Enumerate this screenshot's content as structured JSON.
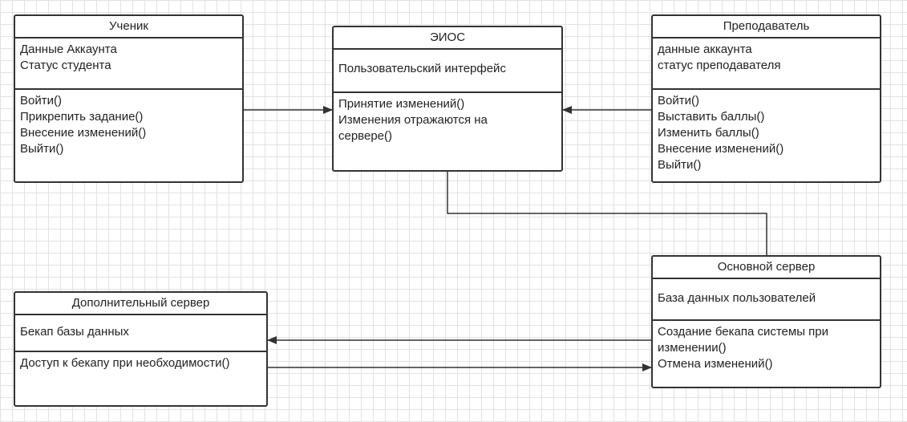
{
  "classes": {
    "student": {
      "title": "Ученик",
      "attributes": [
        "Данные Аккаунта",
        "Статус студента"
      ],
      "operations": [
        "Войти()",
        "Прикрепить задание()",
        "Внесение изменений()",
        "Выйти()"
      ]
    },
    "eios": {
      "title": "ЭИОС",
      "attributes": [
        "Пользовательский интерфейс"
      ],
      "operations": [
        "Принятие изменений()",
        "Изменения отражаются на сервере()"
      ]
    },
    "teacher": {
      "title": "Преподаватель",
      "attributes": [
        "данные аккаунта",
        "статус преподавателя"
      ],
      "operations": [
        "Войти()",
        "Выставить баллы()",
        "Изменить баллы()",
        "Внесение изменений()",
        "Выйти()"
      ]
    },
    "main_server": {
      "title": "Основной сервер",
      "attributes": [
        "База данных пользователей"
      ],
      "operations": [
        "Создание бекапа системы при изменении()",
        "Отмена изменений()"
      ]
    },
    "backup_server": {
      "title": "Дополнительный сервер",
      "attributes": [
        "Бекап базы данных"
      ],
      "operations": [
        "Доступ к бекапу при необходимости()"
      ]
    }
  },
  "connections": [
    {
      "from": "Ученик",
      "to": "ЭИОС",
      "arrow": "filled"
    },
    {
      "from": "Преподаватель",
      "to": "ЭИОС",
      "arrow": "filled"
    },
    {
      "from": "ЭИОС",
      "to": "Основной сервер",
      "arrow": "none"
    },
    {
      "from": "Основной сервер",
      "to": "Дополнительный сервер",
      "arrow": "filled"
    },
    {
      "from": "Дополнительный сервер",
      "to": "Основной сервер",
      "arrow": "filled"
    }
  ],
  "colors": {
    "line": "#333333",
    "grid": "#e2e2e2",
    "background": "#ffffff"
  }
}
